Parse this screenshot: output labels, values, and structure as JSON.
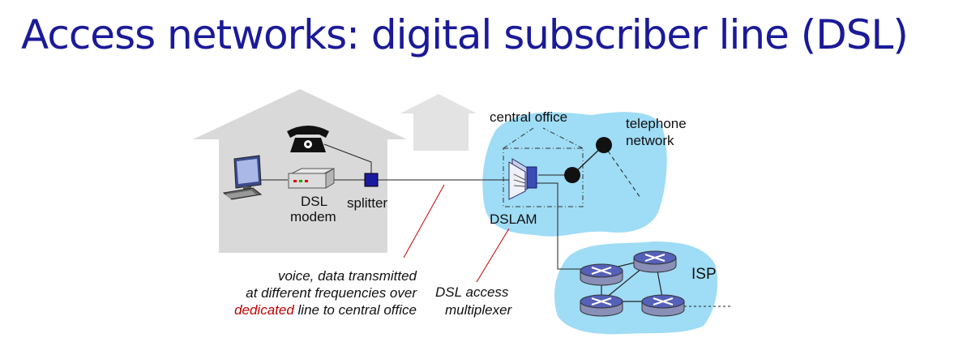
{
  "title": "Access networks: digital subscriber line (DSL)",
  "labels": {
    "central_office": "central office",
    "telephone": "telephone",
    "network": "network",
    "dsl": "DSL",
    "modem": "modem",
    "splitter": "splitter",
    "dslam": "DSLAM",
    "isp": "ISP",
    "voice_line1": "voice, data transmitted",
    "voice_line2": "at different frequencies over",
    "voice_line3_red": "dedicated",
    "voice_line3_rest": " line to central office",
    "dslam_desc1": "DSL access",
    "dslam_desc2": "multiplexer"
  },
  "colors": {
    "title": "#1a1a99",
    "house": "#d9d9d9",
    "cloud": "#9fdcf5",
    "red_accent": "#c00000",
    "splitter": "#1a1aa0"
  }
}
